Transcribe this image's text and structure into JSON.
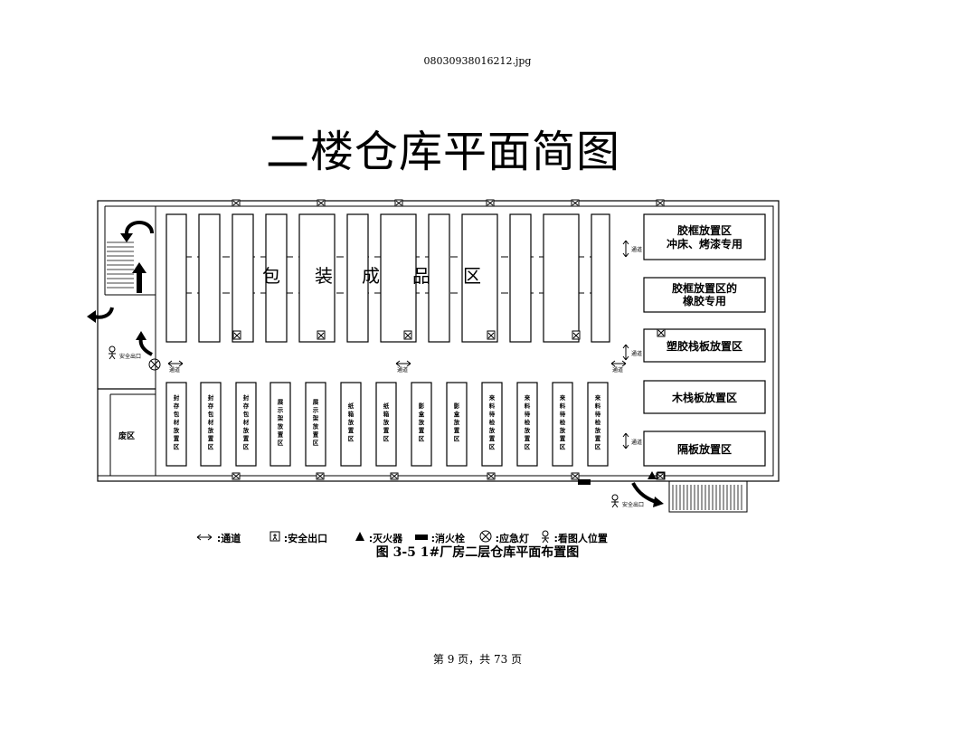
{
  "header": {
    "filename": "08030938016212.jpg"
  },
  "title": "二楼仓库平面简图",
  "zone_label_chars": [
    "包",
    "装",
    "成",
    "品",
    "区"
  ],
  "right_areas": [
    {
      "line1": "胶框放置区",
      "line2": "冲床、烤漆专用"
    },
    {
      "line1": "胶框放置区的",
      "line2": "橡胶专用"
    },
    {
      "line1": "塑胶栈板放置区",
      "line2": ""
    },
    {
      "line1": "木栈板放置区",
      "line2": ""
    },
    {
      "line1": "隔板放置区",
      "line2": ""
    }
  ],
  "bottom_racks": [
    "封存包材放置区",
    "封存包材放置区",
    "封存包材放置区",
    "展示架放置区",
    "展示架放置区",
    "纸箱放置区",
    "纸箱放置区",
    "影盒放置区",
    "影盒放置区",
    "来料待检放置区",
    "来料待检放置区",
    "来料待检放置区",
    "来料待检放置区"
  ],
  "waste_area": "废区",
  "aisle_label": "通道",
  "safety_exit_small": "安全出口",
  "legend": {
    "aisle": ":通道",
    "exit": ":安全出口",
    "extinguisher": ":灭火器",
    "hydrant": ":消火栓",
    "emergency_light": ":应急灯",
    "guard": ":看图人位置"
  },
  "caption": "图 3-5    1#厂房二层仓库平面布置图",
  "footer": "第 9 页，共 73 页"
}
